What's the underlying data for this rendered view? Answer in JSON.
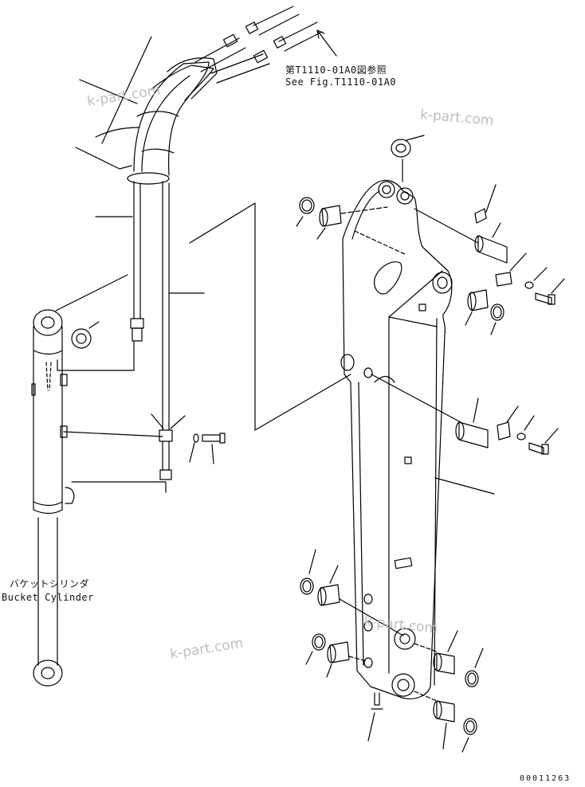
{
  "ref_note": {
    "jp": "第T1110-01A0図参照",
    "en": "See Fig.T1110-01A0"
  },
  "cylinder_label": {
    "jp": "バケットシリンダ",
    "en": "Bucket Cylinder"
  },
  "watermarks": [
    "k-part.com",
    "k-part.com",
    "k-part.com",
    "k-part.com"
  ],
  "drawing_number": "00011263"
}
